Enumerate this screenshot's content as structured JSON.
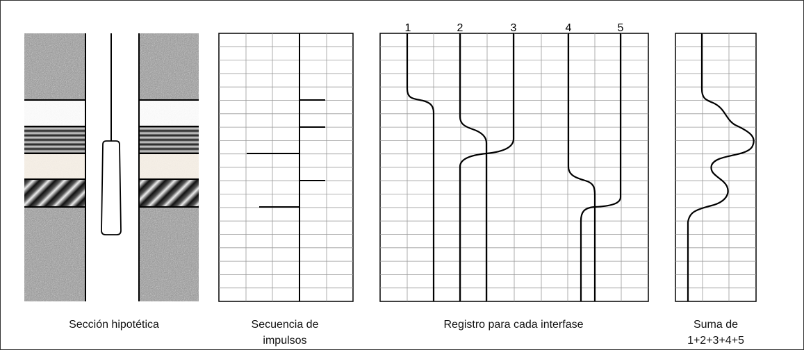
{
  "captions": {
    "section": "Sección hipotética",
    "impulses_line1": "Secuencia de",
    "impulses_line2": "impulsos",
    "records": "Registro para cada interfase",
    "sum_line1": "Suma de",
    "sum_line2": "1+2+3+4+5"
  },
  "trace_labels": [
    "1",
    "2",
    "3",
    "4",
    "5"
  ],
  "layers": [
    {
      "name": "granite",
      "pattern": "speckled-gray"
    },
    {
      "name": "light-layer",
      "pattern": "light-speckled"
    },
    {
      "name": "horizontal-banded",
      "pattern": "horizontal-stripes"
    },
    {
      "name": "tan-layer",
      "pattern": "tan"
    },
    {
      "name": "diagonal-banded",
      "pattern": "diagonal-stripes"
    },
    {
      "name": "granite-lower",
      "pattern": "speckled-gray"
    }
  ],
  "colors": {
    "line": "#000000",
    "grid": "#999999",
    "granite": "#8c8c8c",
    "light_layer": "#eeeeee",
    "tan_layer": "#e9dfd3"
  }
}
